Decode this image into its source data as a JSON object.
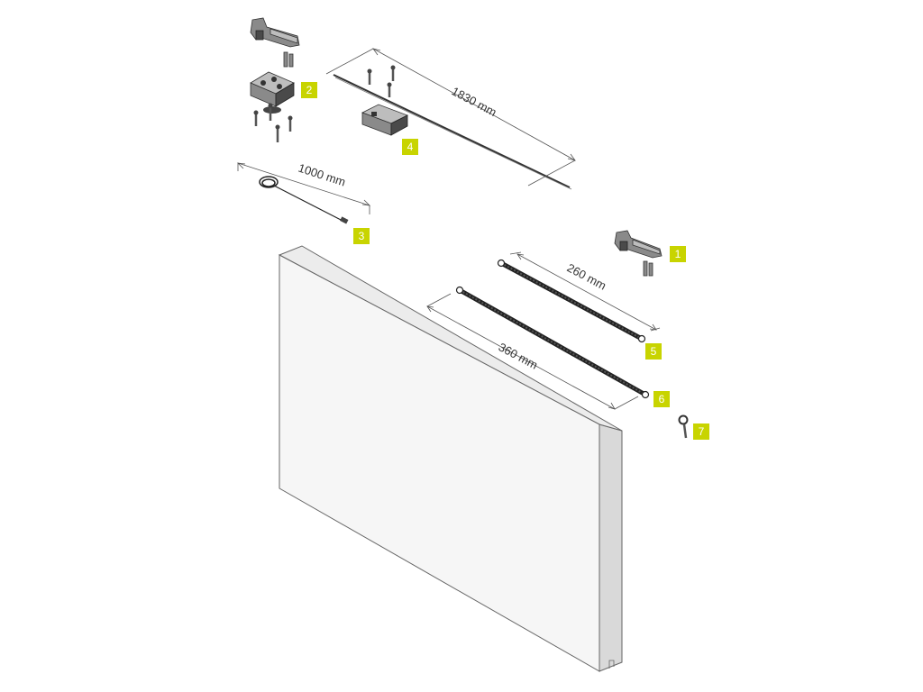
{
  "accent_color": "#c8d400",
  "parts": [
    {
      "number": "1"
    },
    {
      "number": "2"
    },
    {
      "number": "3"
    },
    {
      "number": "4"
    },
    {
      "number": "5"
    },
    {
      "number": "6"
    },
    {
      "number": "7"
    }
  ],
  "dimensions": {
    "rail_length": "1830 mm",
    "cable_length": "1000 mm",
    "spring_short": "260 mm",
    "spring_long": "360 mm"
  }
}
